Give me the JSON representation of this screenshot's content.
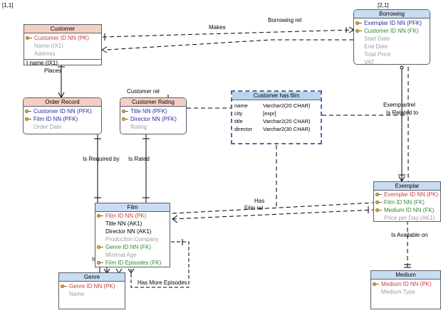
{
  "corner_left": "[1,1]",
  "corner_right": "[2,1]",
  "entities": {
    "customer": {
      "title": "Customer",
      "attrs": [
        {
          "text": "Customer ID NN  (PK)",
          "style": "pk",
          "key": true
        },
        {
          "text": "Name  (IX1)",
          "style": "grey",
          "key": false
        },
        {
          "text": "Address",
          "style": "grey",
          "key": false
        }
      ],
      "index": "I  name (IX1)"
    },
    "order_record": {
      "title": "Order Record",
      "attrs": [
        {
          "text": "Customer ID NN  (PFK)",
          "style": "pfk",
          "key": true
        },
        {
          "text": "Film ID NN  (PFK)",
          "style": "pfk",
          "key": true
        },
        {
          "text": "Order Date",
          "style": "grey",
          "key": false
        }
      ]
    },
    "customer_rating": {
      "title": "Customer Rating",
      "attrs": [
        {
          "text": "Title NN  (PFK)",
          "style": "pfk",
          "key": true
        },
        {
          "text": "Director NN  (PFK)",
          "style": "pfk",
          "key": true
        },
        {
          "text": "Rating",
          "style": "grey",
          "key": false
        }
      ]
    },
    "borrowing": {
      "title": "Borrowing",
      "attrs": [
        {
          "text": "Exemplar ID NN  (PFK)",
          "style": "pfk",
          "key": true
        },
        {
          "text": "Customer ID NN  (FK)",
          "style": "fkg",
          "key": true
        },
        {
          "text": "Start Date",
          "style": "grey",
          "key": false
        },
        {
          "text": "End Date",
          "style": "grey",
          "key": false
        },
        {
          "text": "Total Price",
          "style": "grey",
          "key": false
        },
        {
          "text": "VAT",
          "style": "grey",
          "key": false
        }
      ]
    },
    "film": {
      "title": "Film",
      "attrs": [
        {
          "text": "Film ID NN  (PK)",
          "style": "pk",
          "key": true
        },
        {
          "text": "Title NN (AK1)",
          "style": "black",
          "key": false
        },
        {
          "text": "Director NN (AK1)",
          "style": "black",
          "key": false
        },
        {
          "text": "Production Company",
          "style": "grey",
          "key": false
        },
        {
          "text": "Genre ID NN  (FK)",
          "style": "fkg",
          "key": true
        },
        {
          "text": "Minimal Age",
          "style": "grey",
          "key": false
        },
        {
          "text": "Film ID Episodes  (FK)",
          "style": "fkg",
          "key": true
        }
      ]
    },
    "exemplar": {
      "title": "Exemplar",
      "attrs": [
        {
          "text": "Exemplar ID NN  (PK)",
          "style": "pk",
          "key": true
        },
        {
          "text": "Film ID NN  (FK)",
          "style": "fkg",
          "key": true
        },
        {
          "text": "Medium ID NN  (FK)",
          "style": "fkg",
          "key": true
        },
        {
          "text": "Price per Day  (AK1)",
          "style": "grey",
          "key": false
        }
      ]
    },
    "genre": {
      "title": "Genre",
      "attrs": [
        {
          "text": "Genre ID NN  (PK)",
          "style": "pk",
          "key": true
        },
        {
          "text": "Name",
          "style": "grey",
          "key": false
        }
      ]
    },
    "medium": {
      "title": "Medium",
      "attrs": [
        {
          "text": "Medium ID NN  (PK)",
          "style": "pk",
          "key": true
        },
        {
          "text": "Medium Type",
          "style": "grey",
          "key": false
        }
      ]
    }
  },
  "view": {
    "title": "Customer has film",
    "rows": [
      {
        "name": "name",
        "type": "Varchar2(20 CHAR)"
      },
      {
        "name": "city",
        "type": "[expr]"
      },
      {
        "name": "title",
        "type": "Varchar2(20 CHAR)"
      },
      {
        "name": "director",
        "type": "Varchar2(30 CHAR)"
      }
    ]
  },
  "relations": {
    "makes": "Makes",
    "borrowing_rel": "Borrowing rel",
    "places": "Places",
    "customer_rel": "Customer rel",
    "exemplar_rel": "Exemplar rel",
    "is_related_to": "Is Related to",
    "is_required_by": "Is Required by",
    "is_rated": "Is Rated",
    "has": "Has",
    "film_rel": "Film rel",
    "is_available_on": "Is Available on",
    "is_fragment": "Is",
    "has_more_episodes": "Has More Episodes"
  }
}
